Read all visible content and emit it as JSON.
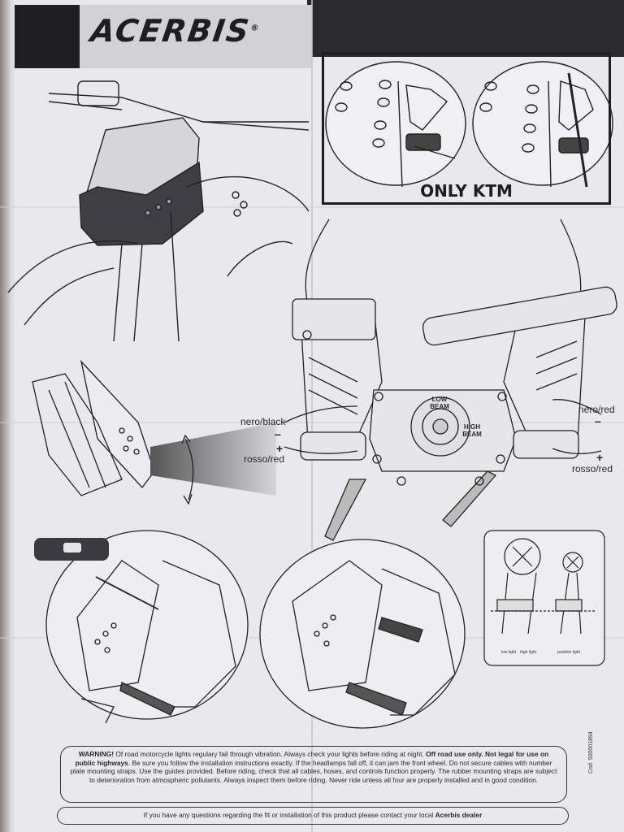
{
  "brand": {
    "logo_text": "ACERBIS",
    "registered_mark": "®"
  },
  "ktm_panel": {
    "label": "ONLY KTM"
  },
  "wiring": {
    "left_wire": "nero/black",
    "left_wire_2": "rosso/red",
    "right_wire": "nero/red",
    "right_wire_2": "rosso/red",
    "minus": "–",
    "plus": "+",
    "low_beam": "LOW BEAM",
    "high_beam": "HIGH BEAM"
  },
  "bulb_diagram": {
    "low_light": "low light",
    "high_light": "high light",
    "position_light": "position light"
  },
  "warning": {
    "lead": "WARNING!",
    "text1": " Of road motorcycle lights regulary fail through vibration. Always check your lights before riding at night. ",
    "bold1": "Off road use only. Not legal for use on public highways",
    "text2": ". Be sure you follow the installation instructions exactly. If the headlamps fall off, it can jam the front wheel. Do not secure cables with number plate mounting straps. Use the guides provided. Before riding, check that all cables, hoses, and controls function properly. The rubber mounting straps are subject to deterioration from atmospheric pollutants. Always inspect them before riding. Never ride unless all four are properly installed and in good condition."
  },
  "contact": {
    "text": "If you have any questions regarding the fit or installation of this product please contact your local ",
    "bold": "Acerbis dealer"
  },
  "product_code": "Cod. 500001894"
}
